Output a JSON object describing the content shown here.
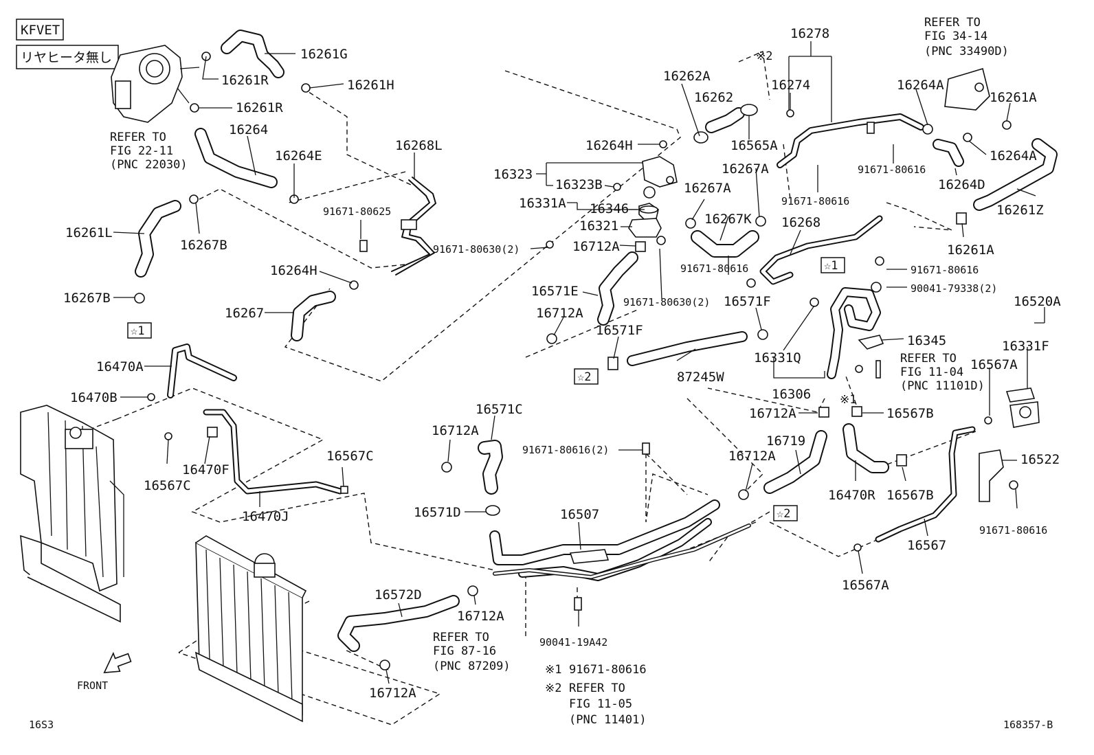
{
  "header": {
    "engine_code": "KFVET",
    "condition": "リヤヒータ無し"
  },
  "refers": {
    "fig_22_11": [
      "REFER TO",
      "FIG 22-11",
      "(PNC 22030)"
    ],
    "fig_34_14": [
      "REFER TO",
      "FIG 34-14",
      "(PNC 33490D)"
    ],
    "fig_11_04": [
      "REFER TO",
      "FIG 11-04",
      "(PNC 11101D)"
    ],
    "fig_87_16": [
      "REFER TO",
      "FIG 87-16",
      "(PNC 87209)"
    ]
  },
  "symbols": {
    "note1": "※1",
    "note2": "※2",
    "star1": "☆1",
    "star2": "☆2"
  },
  "legend": {
    "note1_mark": "※1",
    "note1_text": "91671-80616",
    "note2_mark": "※2",
    "note2_lines": [
      "REFER TO",
      "FIG 11-05",
      "(PNC 11401)"
    ]
  },
  "parts": {
    "p16261G": "16261G",
    "p16261R_a": "16261R",
    "p16261H": "16261H",
    "p16261R_b": "16261R",
    "p16264": "16264",
    "p16264E": "16264E",
    "p16268L": "16268L",
    "p91671_80625": "91671-80625",
    "p16261L": "16261L",
    "p16267B_a": "16267B",
    "p16267B_b": "16267B",
    "p16264H_a": "16264H",
    "p16267": "16267",
    "p16470A": "16470A",
    "p16470B": "16470B",
    "p16567C_a": "16567C",
    "p16470F": "16470F",
    "p16567C_b": "16567C",
    "p16470J": "16470J",
    "p16262A": "16262A",
    "p16262": "16262",
    "p16278": "16278",
    "p16274": "16274",
    "p16264A_a": "16264A",
    "p16261A_a": "16261A",
    "p16264H_b": "16264H",
    "p16565A": "16565A",
    "p91671_80616_a": "91671-80616",
    "p16264A_b": "16264A",
    "p16323": "16323",
    "p16323B": "16323B",
    "p16267A_a": "16267A",
    "p16264D": "16264D",
    "p16331A": "16331A",
    "p16346": "16346",
    "p16267A_b": "16267A",
    "p91671_80616_b": "91671-80616",
    "p16261Z": "16261Z",
    "p16321": "16321",
    "p16267K": "16267K",
    "p16268": "16268",
    "p91671_80630_a": "91671-80630(2)",
    "p16712A_a": "16712A",
    "p16261A_b": "16261A",
    "p91671_80616_c": "91671-80616",
    "p91671_80616_d": "91671-80616",
    "p16571E": "16571E",
    "p90041_79338": "90041-79338(2)",
    "p91671_80630_b": "91671-80630(2)",
    "p16571F_a": "16571F",
    "p16520A": "16520A",
    "p16712A_b": "16712A",
    "p16571F_b": "16571F",
    "p16345": "16345",
    "p16331F": "16331F",
    "p16331Q": "16331Q",
    "p16567A_a": "16567A",
    "p87245W": "87245W",
    "p16306": "16306",
    "p16712A_c": "16712A",
    "p16567B_a": "16567B",
    "p16571C": "16571C",
    "p16712A_d": "16712A",
    "p91671_80616_e": "91671-80616(2)",
    "p16719": "16719",
    "p16712A_e": "16712A",
    "p16522": "16522",
    "p16470R": "16470R",
    "p16567B_b": "16567B",
    "p16571D": "16571D",
    "p16507": "16507",
    "p91671_80616_f": "91671-80616",
    "p16567": "16567",
    "p16567A_b": "16567A",
    "p16572D": "16572D",
    "p16712A_f": "16712A",
    "p90041_19A42": "90041-19A42",
    "p16712A_g": "16712A"
  },
  "footer": {
    "direction": "FRONT",
    "page_code": "16S3",
    "diagram_id": "168357-B"
  }
}
